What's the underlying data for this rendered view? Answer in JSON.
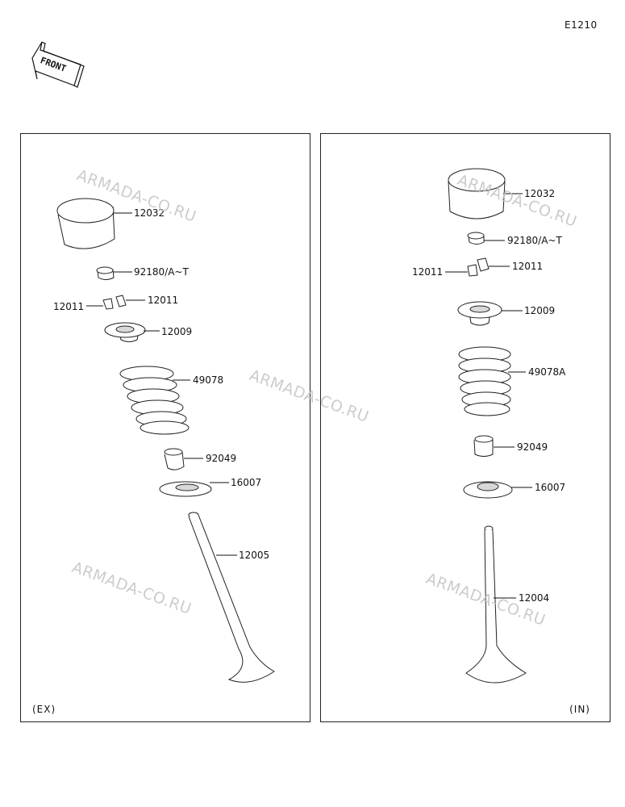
{
  "diagram_code": "E1210",
  "front_label": "FRONT",
  "watermark": "ARMADA-CO.RU",
  "exhaust_panel": {
    "tag": "(EX)",
    "parts": {
      "lifter": "12032",
      "shim": "92180/A~T",
      "cotter_left": "12011",
      "cotter_right": "12011",
      "retainer": "12009",
      "spring": "49078",
      "seal": "92049",
      "spring_seat": "16007",
      "valve": "12005"
    }
  },
  "intake_panel": {
    "tag": "(IN)",
    "parts": {
      "lifter": "12032",
      "shim": "92180/A~T",
      "cotter_left": "12011",
      "cotter_right": "12011",
      "retainer": "12009",
      "spring": "49078A",
      "seal": "92049",
      "spring_seat": "16007",
      "valve": "12004"
    }
  }
}
